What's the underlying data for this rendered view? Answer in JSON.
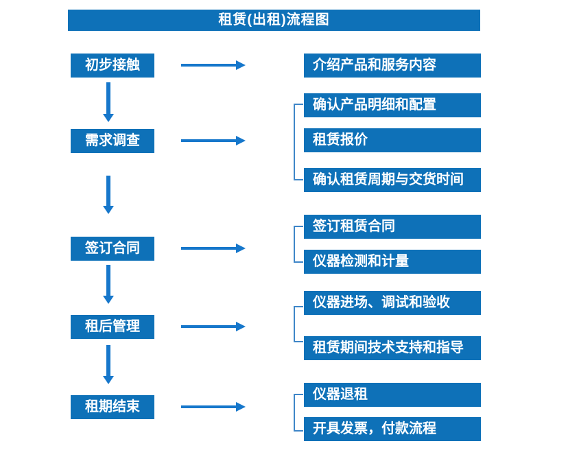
{
  "title": "租赁(出租)流程图",
  "colors": {
    "background": "#FFFFFF",
    "box_blue": "#0E71B8",
    "arrow_blue": "#1677CB",
    "bracket_blue": "#3E86C8",
    "text_white": "#FFFFFF"
  },
  "steps": [
    {
      "label": "初步接触",
      "details": [
        "介绍产品和服务内容"
      ]
    },
    {
      "label": "需求调查",
      "details": [
        "确认产品明细和配置",
        "租赁报价",
        "确认租赁周期与交货时间"
      ]
    },
    {
      "label": "签订合同",
      "details": [
        "签订租赁合同",
        "仪器检测和计量"
      ]
    },
    {
      "label": "租后管理",
      "details": [
        "仪器进场、调试和验收",
        "租赁期间技术支持和指导"
      ]
    },
    {
      "label": "租期结束",
      "details": [
        "仪器退租",
        "开具发票，付款流程"
      ]
    }
  ]
}
